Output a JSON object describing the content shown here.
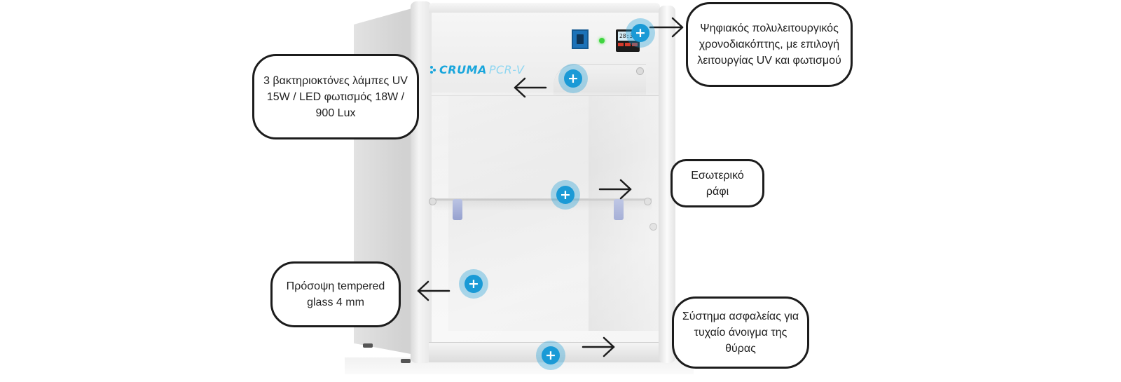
{
  "product": {
    "brand": "CRUMA",
    "model": "PCR-V",
    "timer_readout": "28:35"
  },
  "hotspots": [
    {
      "id": "timer",
      "icon": "plus-icon"
    },
    {
      "id": "lamps",
      "icon": "plus-icon"
    },
    {
      "id": "shelf",
      "icon": "plus-icon"
    },
    {
      "id": "glass",
      "icon": "plus-icon"
    },
    {
      "id": "safety",
      "icon": "plus-icon"
    }
  ],
  "callouts": {
    "timer": "Ψηφιακός πολυλειτουργικός χρονοδιακόπτης, με επιλογή λειτουργίας UV και φωτισμού",
    "lamps": "3 βακτηριοκτόνες λάμπες UV 15W / LED φωτισμός 18W / 900 Lux",
    "shelf": "Εσωτερικό ράφι",
    "glass": "Πρόσοψη tempered glass 4 mm",
    "safety": "Σύστημα ασφαλείας για τυχαίο άνοιγμα της θύρας"
  },
  "colors": {
    "hotspot": "#1a9ad6",
    "brand": "#19a6dc",
    "outline": "#1c1c1c"
  }
}
